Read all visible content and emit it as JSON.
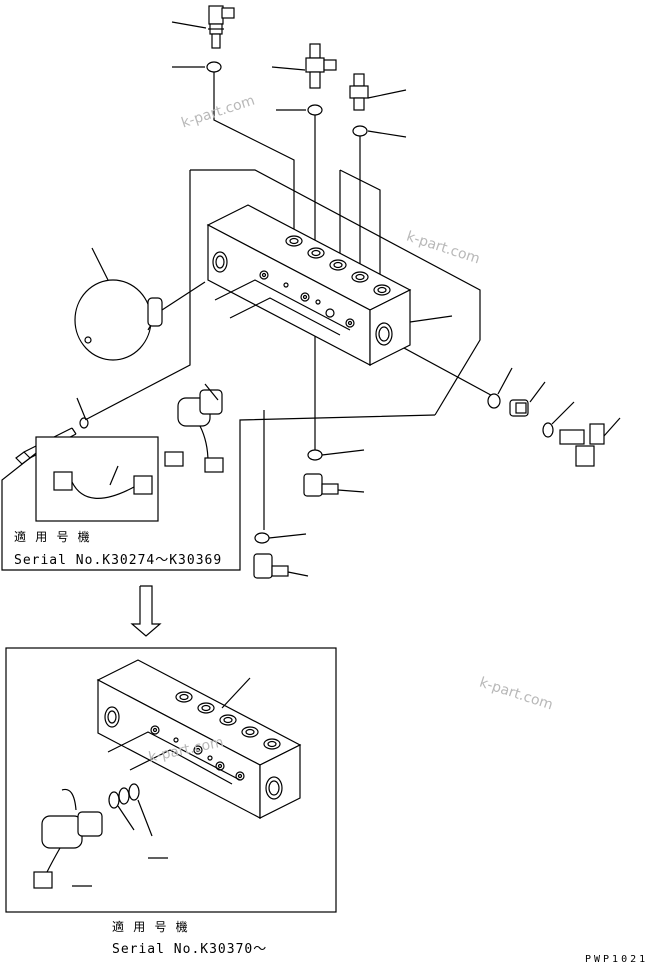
{
  "upper_box": {
    "heading": "適 用 号 機",
    "serial": "Serial No.K30274～K30369"
  },
  "lower_box": {
    "heading": "適 用 号 機",
    "serial": "Serial No.K30370～"
  },
  "drawing_code": "PWP1021",
  "watermarks": [
    "k-part.com",
    "k-part.com",
    "k-part.com",
    "k-part.com"
  ]
}
